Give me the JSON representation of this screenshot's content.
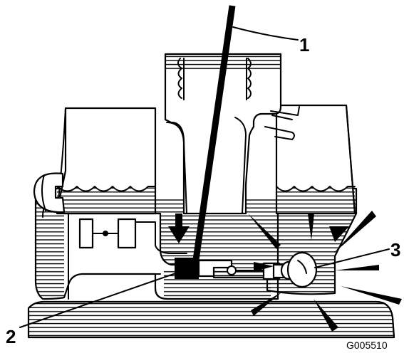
{
  "diagram": {
    "callouts": [
      {
        "number": "1",
        "target": "vent-tube"
      },
      {
        "number": "2",
        "target": "shaft-stop-block"
      },
      {
        "number": "3",
        "target": "primer-bulb"
      }
    ],
    "figure_code": "G005510"
  },
  "icons": [
    "down-arrow-icon",
    "spark-burst-icon"
  ],
  "colors": {
    "ink": "#000000",
    "paper": "#ffffff"
  }
}
